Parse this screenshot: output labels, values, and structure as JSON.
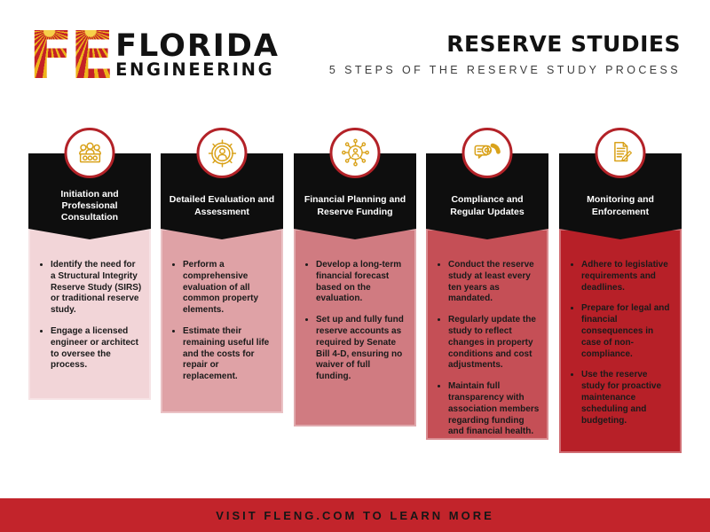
{
  "brand": {
    "logo_letters": [
      "F",
      "E"
    ],
    "name_line1": "FLORIDA",
    "name_line2": "ENGINEERING"
  },
  "header": {
    "title": "RESERVE STUDIES",
    "subtitle": "5 STEPS OF THE RESERVE STUDY PROCESS"
  },
  "steps": [
    {
      "icon": "team-consultation-icon",
      "title": "Initiation and Professional Consultation",
      "color": "#f2d5d8",
      "bullets": [
        "Identify the need for a Structural Integrity Reserve Study (SIRS) or traditional reserve study.",
        "Engage a licensed engineer or architect to oversee the process."
      ]
    },
    {
      "icon": "target-person-icon",
      "title": "Detailed Evaluation and Assessment",
      "color": "#dfa2a6",
      "bullets": [
        "Perform a comprehensive evaluation of all common property elements.",
        "Estimate their remaining useful life and the costs for repair or replacement."
      ]
    },
    {
      "icon": "network-hub-icon",
      "title": "Financial Planning and Reserve Funding",
      "color": "#d07b81",
      "bullets": [
        "Develop a long-term financial forecast based on the evaluation.",
        "Set up and fully fund reserve accounts as required by Senate Bill 4-D, ensuring no waiver of full funding."
      ]
    },
    {
      "icon": "contact-phone-icon",
      "title": "Compliance and Regular Updates",
      "color": "#c54f56",
      "bullets": [
        "Conduct the reserve study at least every ten years as mandated.",
        "Regularly update the study to reflect changes in property conditions and cost adjustments.",
        "Maintain full transparency with association members regarding funding and financial health."
      ]
    },
    {
      "icon": "document-pencil-icon",
      "title": "Monitoring and Enforcement",
      "color": "#b72028",
      "bullets": [
        "Adhere to legislative requirements and deadlines.",
        "Prepare for legal and financial consequences in case of non-compliance.",
        "Use the reserve study for proactive maintenance scheduling and budgeting."
      ]
    }
  ],
  "footer": {
    "text": "VISIT FLENG.COM TO LEARN MORE"
  },
  "colors": {
    "accent_red": "#b32228",
    "icon_gold": "#d9a21b",
    "header_black": "#0e0e0e",
    "footer_bar": "#c2242b",
    "body_text": "#1a1a1a"
  }
}
